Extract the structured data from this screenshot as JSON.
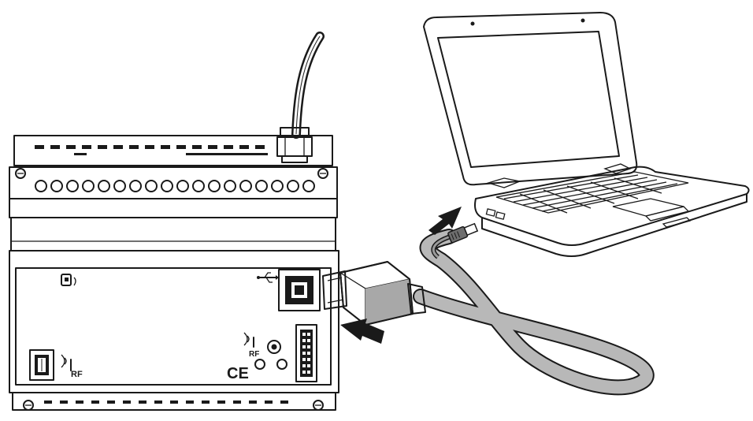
{
  "device": {
    "rf_label": "RF",
    "rf_label_2": "RF",
    "ce_mark": "CE"
  },
  "colors": {
    "line": "#1a1a1a",
    "cable": "#b8b8b8",
    "cable_dark": "#6e6e6e",
    "plug": "#8a8a8a"
  }
}
